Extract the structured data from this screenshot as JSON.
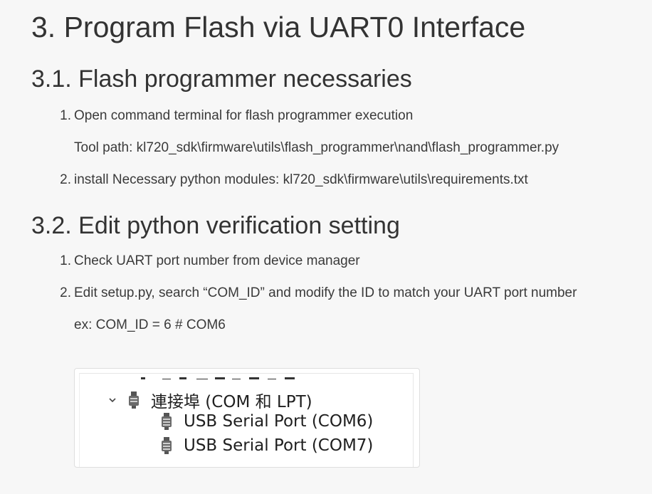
{
  "title": "3. Program Flash via UART0 Interface",
  "section1": {
    "heading": "3.1. Flash programmer necessaries",
    "items": [
      {
        "number": "1.",
        "text": "Open command terminal for flash programmer execution"
      },
      {
        "number": "2.",
        "text": "install Necessary python modules: kl720_sdk\\firmware\\utils\\requirements.txt"
      }
    ],
    "tool_path": "Tool path: kl720_sdk\\firmware\\utils\\flash_programmer\\nand\\flash_programmer.py"
  },
  "section2": {
    "heading": "3.2. Edit python verification setting",
    "items": [
      {
        "number": "1.",
        "text": "Check UART port number from device manager"
      },
      {
        "number": "2.",
        "text": "Edit setup.py, search “COM_ID” and modify the ID to match your UART port number"
      }
    ],
    "example": "ex: COM_ID = 6 # COM6"
  },
  "device_manager": {
    "group_label": "連接埠 (COM 和 LPT)",
    "ports": [
      "USB Serial Port (COM6)",
      "USB Serial Port (COM7)"
    ]
  }
}
